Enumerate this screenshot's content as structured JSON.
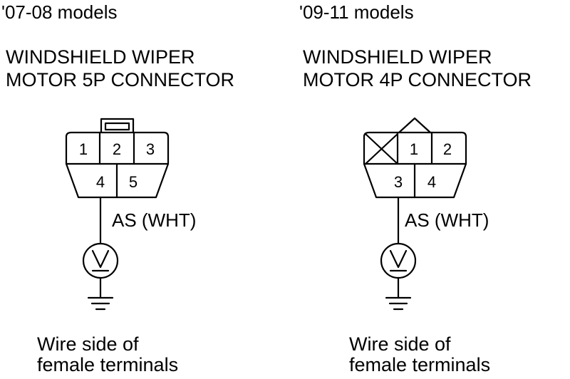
{
  "left": {
    "model": "'07-08 models",
    "title_line1": "WINDSHIELD WIPER",
    "title_line2": "MOTOR 5P CONNECTOR",
    "pins": [
      "1",
      "2",
      "3",
      "4",
      "5"
    ],
    "wire_label": "AS (WHT)",
    "note_line1": "Wire side of",
    "note_line2": "female terminals"
  },
  "right": {
    "model": "'09-11 models",
    "title_line1": "WINDSHIELD WIPER",
    "title_line2": "MOTOR 4P CONNECTOR",
    "pins": [
      "1",
      "2",
      "3",
      "4"
    ],
    "wire_label": "AS (WHT)",
    "note_line1": "Wire side of",
    "note_line2": "female terminals"
  },
  "icons": [
    "voltmeter-icon",
    "ground-icon"
  ]
}
